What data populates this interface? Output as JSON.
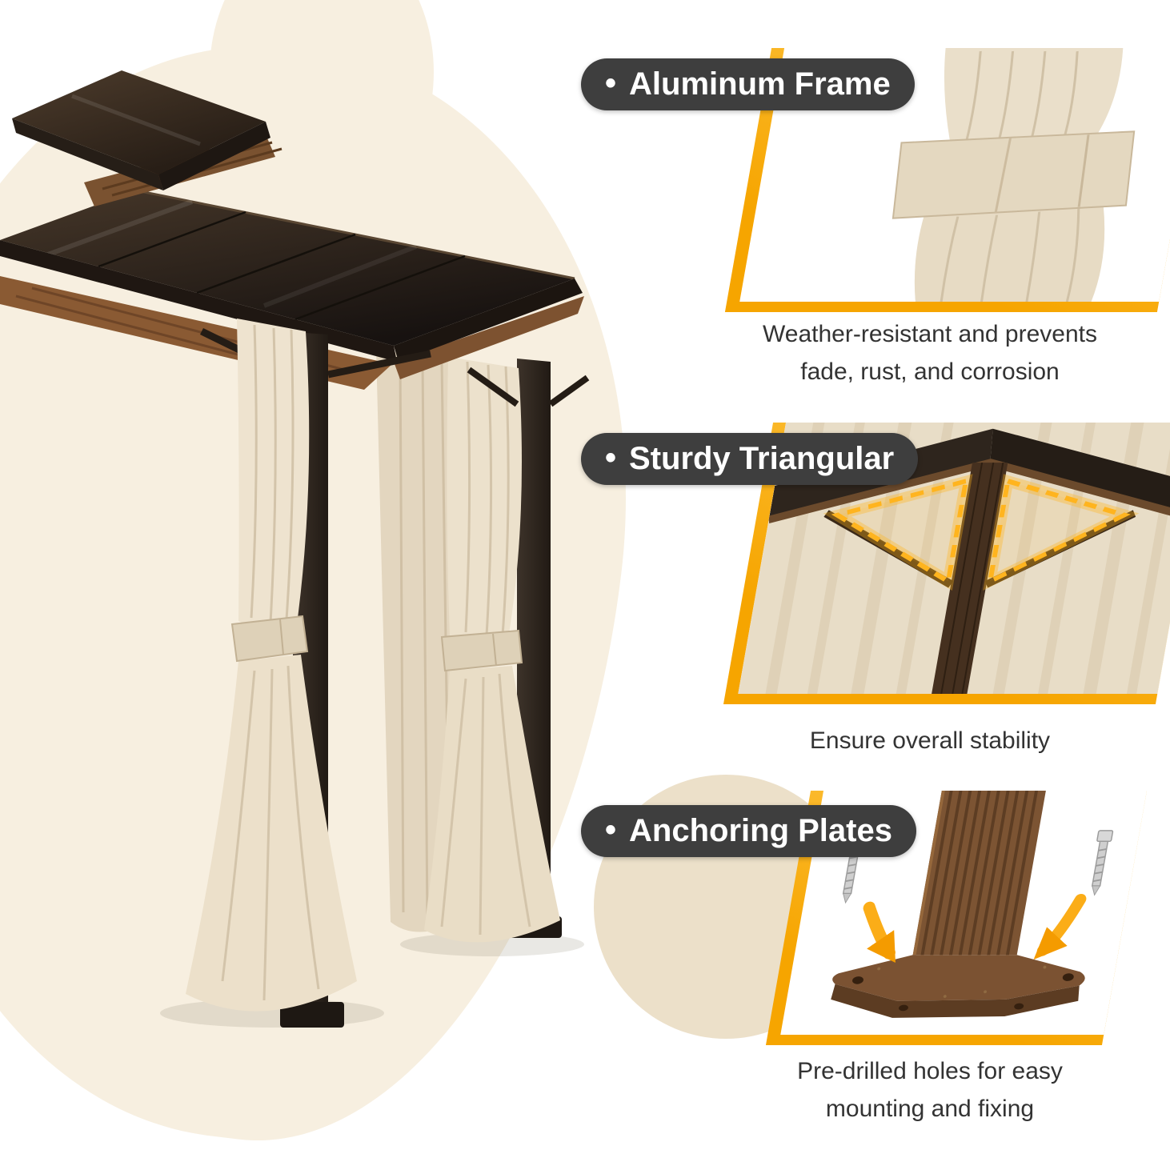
{
  "features": [
    {
      "bullet": "•",
      "label": "Aluminum Frame",
      "caption": [
        "Weather-resistant and prevents",
        "fade, rust, and corrosion"
      ]
    },
    {
      "bullet": "•",
      "label": "Sturdy Triangular",
      "caption": [
        "Ensure overall stability"
      ]
    },
    {
      "bullet": "•",
      "label": "Anchoring Plates",
      "caption": [
        "Pre-drilled holes for easy",
        "mounting and fixing"
      ]
    }
  ],
  "colors": {
    "accent_yellow": "#F6A500",
    "accent_yellow_light": "#FFC84A",
    "pill_background": "#3E3E3E",
    "pill_text": "#FFFFFF",
    "caption_text": "#333333",
    "cream_background": "#F7EFE0",
    "beige_circle": "#ECE0C9",
    "roof_dark": "#2B231C",
    "wood_brown": "#8A5A33",
    "curtain_beige": "#ECE1CC"
  }
}
